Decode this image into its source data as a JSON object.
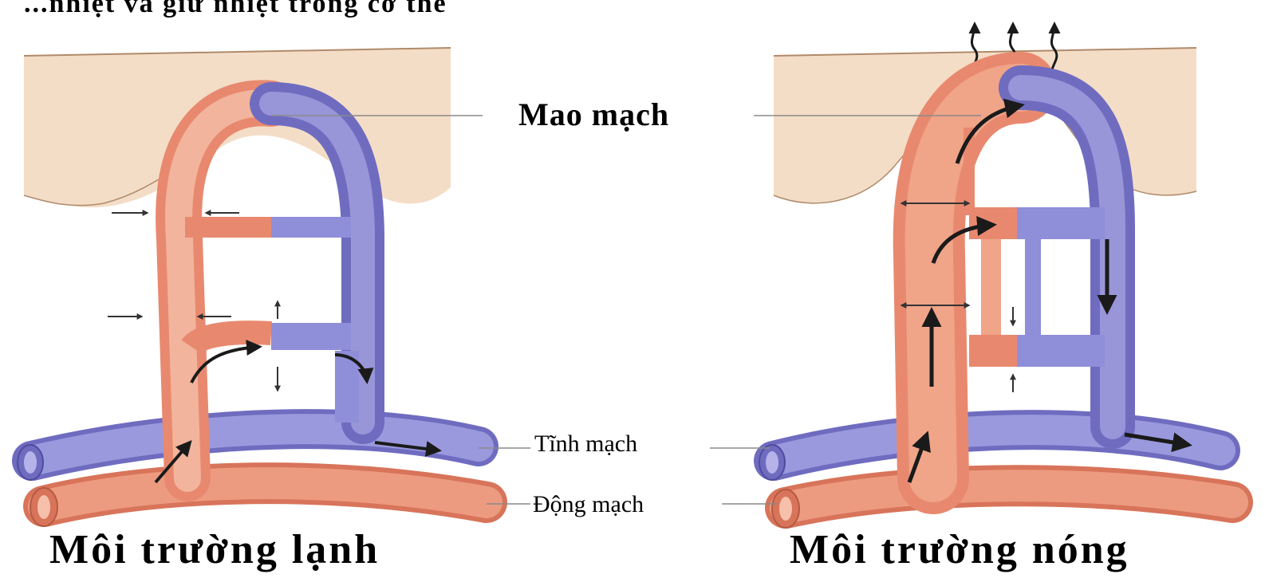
{
  "top_caption": "...nhiệt và giữ nhiệt trong cơ thể",
  "labels": {
    "capillary": "Mao mạch",
    "vein": "Tĩnh mạch",
    "artery": "Động mạch"
  },
  "panels": {
    "cold": {
      "title": "Môi trường lạnh"
    },
    "hot": {
      "title": "Môi trường nóng"
    }
  },
  "colors": {
    "artery": "#e8896f",
    "artery_light": "#f2b49c",
    "vein": "#8f8ed8",
    "vein_dark": "#6f6cc0",
    "skin": "#f4ddc7",
    "arrow": "#1a1a1a"
  }
}
